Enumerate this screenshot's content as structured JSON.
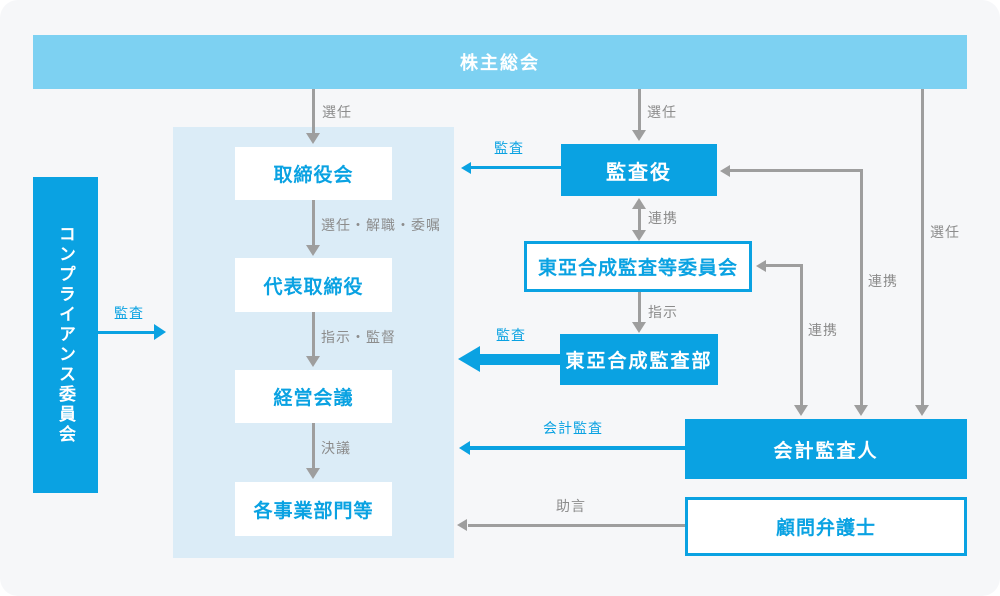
{
  "diagram_title": "corporate-governance-structure",
  "nodes": {
    "shareholders": "株主総会",
    "compliance": "コンプライアンス委員会",
    "board": "取締役会",
    "representative": "代表取締役",
    "management": "経営会議",
    "divisions": "各事業部門等",
    "auditors": "監査役",
    "audit_committee": "東亞合成監査等委員会",
    "audit_dept": "東亞合成監査部",
    "accounting_auditor": "会計監査人",
    "legal_advisor": "顧問弁護士"
  },
  "edges": {
    "appoint_board": "選任",
    "appoint_auditors": "選任",
    "appoint_accounting_auditor": "選任",
    "appoint_dismiss_delegate": "選任・解職・委嘱",
    "instruct_supervise": "指示・監督",
    "resolve": "決議",
    "cooperate_auditors_committee": "連携",
    "cooperate_auditors_accounting": "連携",
    "cooperate_committee_accounting": "連携",
    "instruct": "指示",
    "audit_by_auditors": "監査",
    "audit_by_dept": "監査",
    "audit_by_compliance": "監査",
    "accounting_audit": "会計監査",
    "advice": "助言"
  },
  "colors": {
    "azure": "#0aa2e2",
    "banner_blue": "#7dd1f2",
    "panel_blue": "#dbecf7",
    "arrow_gray": "#9e9e9e",
    "label_gray": "#8c8c8c",
    "background": "#f6f7f9"
  }
}
